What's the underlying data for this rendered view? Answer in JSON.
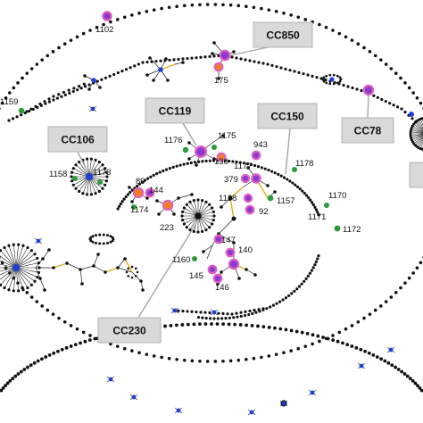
{
  "clonal_complexes": [
    {
      "id": "cc850",
      "label": "CC850"
    },
    {
      "id": "cc119",
      "label": "CC119"
    },
    {
      "id": "cc150",
      "label": "CC150"
    },
    {
      "id": "cc106",
      "label": "CC106"
    },
    {
      "id": "cc78",
      "label": "CC78"
    },
    {
      "id": "cc230",
      "label": "CC230"
    }
  ],
  "node_labels": [
    {
      "id": "st1102",
      "text": "1102"
    },
    {
      "id": "st175",
      "text": "175"
    },
    {
      "id": "st1159",
      "text": "1159"
    },
    {
      "id": "st1176",
      "text": "1176"
    },
    {
      "id": "st1175",
      "text": "1175"
    },
    {
      "id": "st943",
      "text": "943"
    },
    {
      "id": "st130",
      "text": "130"
    },
    {
      "id": "st1177",
      "text": "1177"
    },
    {
      "id": "st1178",
      "text": "1178"
    },
    {
      "id": "st1158",
      "text": "1158"
    },
    {
      "id": "st1173",
      "text": "1173"
    },
    {
      "id": "st89",
      "text": "89"
    },
    {
      "id": "st144",
      "text": "144"
    },
    {
      "id": "st1174",
      "text": "1174"
    },
    {
      "id": "st223",
      "text": "223"
    },
    {
      "id": "st379",
      "text": "379"
    },
    {
      "id": "st1138",
      "text": "1138"
    },
    {
      "id": "st92",
      "text": "92"
    },
    {
      "id": "st1157",
      "text": "1157"
    },
    {
      "id": "st1170",
      "text": "1170"
    },
    {
      "id": "st1171",
      "text": "1171"
    },
    {
      "id": "st1172",
      "text": "1172"
    },
    {
      "id": "st147",
      "text": "147"
    },
    {
      "id": "st140",
      "text": "140"
    },
    {
      "id": "st1160",
      "text": "1160"
    },
    {
      "id": "st145",
      "text": "145"
    },
    {
      "id": "st146",
      "text": "146"
    }
  ],
  "colors": {
    "node": "#111111",
    "edge": "#222222",
    "branch": "#e0b020",
    "hub_blue": "#1f3fd6",
    "st_green": "#2e9a3a",
    "st_pink": "#e060c0",
    "st_purple": "#8a3ad0",
    "st_orange": "#f08020",
    "callout_fill": "#d9d9d9",
    "callout_line": "#a6a6a6"
  }
}
